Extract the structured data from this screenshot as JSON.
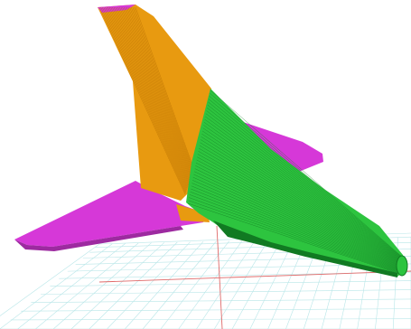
{
  "viewport": {
    "background_color": "#ffffff"
  },
  "colors": {
    "vertical_stabilizer": "#e89a10",
    "vertical_stabilizer_edge": "#b56f00",
    "horizontal_stabilizer": "#d638d8",
    "horizontal_stabilizer_edge": "#9d2aa0",
    "fuselage_tailcone": "#2dc43f",
    "fuselage_edge": "#117a22",
    "grid_line": "#b8e6e8",
    "grid_axis": "#e06a6a"
  },
  "model": {
    "parts": [
      {
        "name": "vertical-stabilizer",
        "color_key": "vertical_stabilizer"
      },
      {
        "name": "horizontal-stabilizer",
        "color_key": "horizontal_stabilizer"
      },
      {
        "name": "fuselage-tailcone",
        "color_key": "fuselage_tailcone"
      }
    ]
  }
}
